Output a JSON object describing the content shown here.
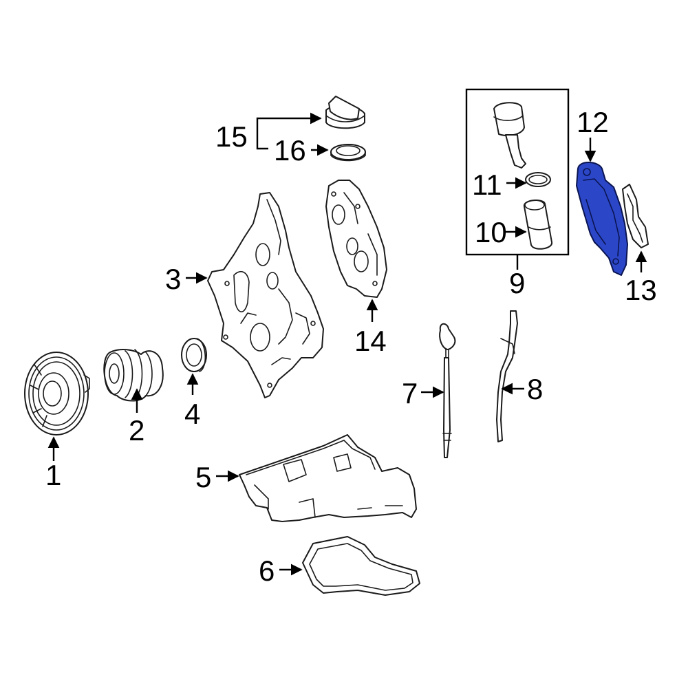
{
  "colors": {
    "highlight_fill": "#2b47c8",
    "highlight_stroke": "#0a1450",
    "line": "#1a1a1a"
  },
  "callouts": {
    "c1": "1",
    "c2": "2",
    "c3": "3",
    "c4": "4",
    "c5": "5",
    "c6": "6",
    "c7": "7",
    "c8": "8",
    "c9": "9",
    "c10": "10",
    "c11": "11",
    "c12": "12",
    "c13": "13",
    "c14": "14",
    "c15": "15",
    "c16": "16"
  }
}
